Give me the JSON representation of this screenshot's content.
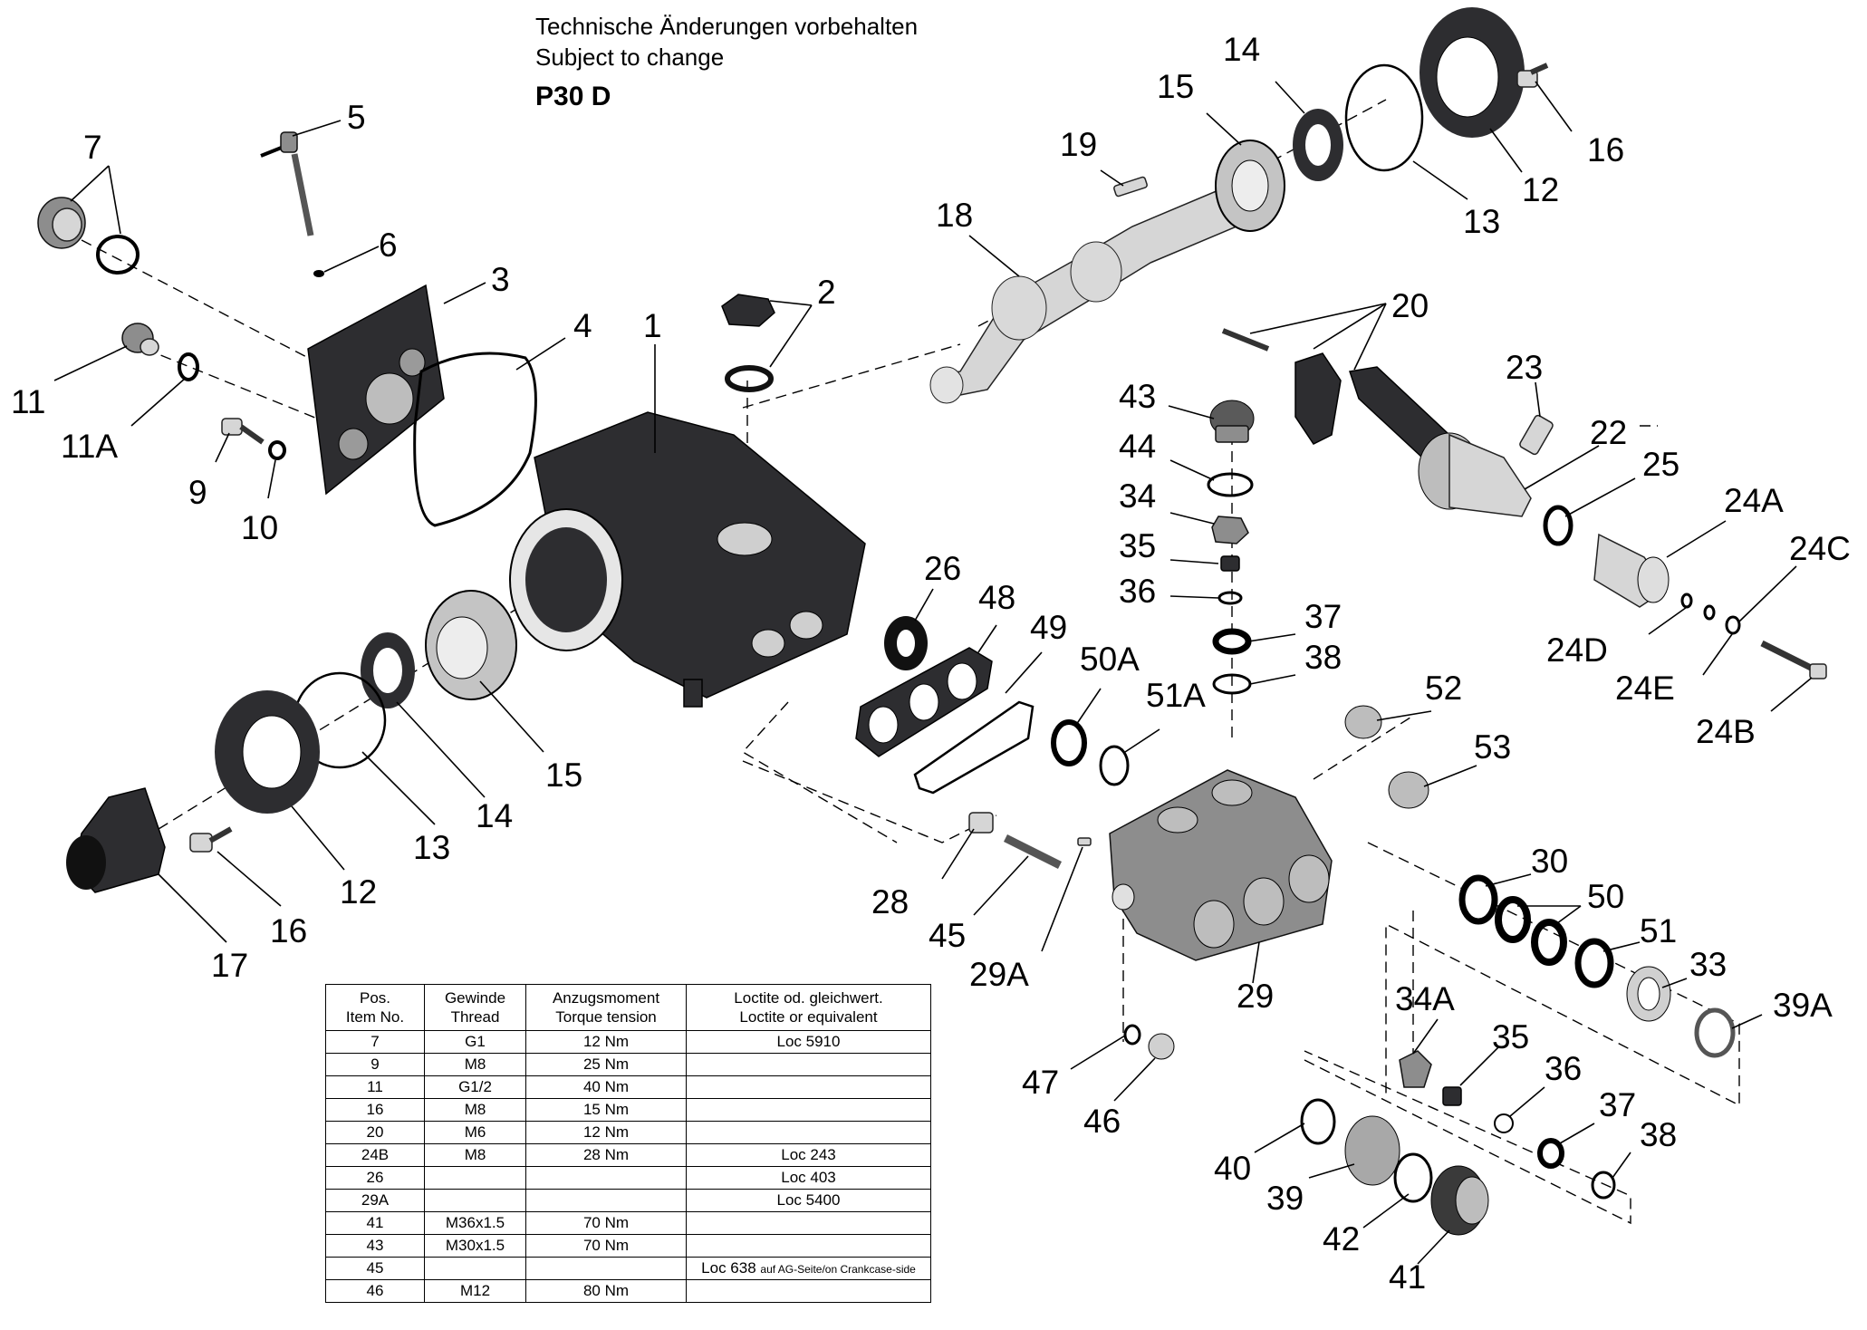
{
  "header": {
    "note_de": "Technische Änderungen vorbehalten",
    "note_en": "Subject to change",
    "model": "P30 D"
  },
  "callouts": {
    "c1": "1",
    "c2": "2",
    "c3": "3",
    "c4": "4",
    "c5": "5",
    "c6": "6",
    "c7": "7",
    "c9": "9",
    "c10": "10",
    "c11": "11",
    "c11a": "11A",
    "c12a": "12",
    "c12b": "12",
    "c13a": "13",
    "c13b": "13",
    "c14a": "14",
    "c14b": "14",
    "c15a": "15",
    "c15b": "15",
    "c16a": "16",
    "c16b": "16",
    "c17": "17",
    "c18": "18",
    "c19": "19",
    "c20": "20",
    "c22": "22",
    "c23": "23",
    "c24a": "24A",
    "c24b": "24B",
    "c24c": "24C",
    "c24d": "24D",
    "c24e": "24E",
    "c25": "25",
    "c26": "26",
    "c28": "28",
    "c29": "29",
    "c29a": "29A",
    "c30": "30",
    "c33": "33",
    "c34": "34",
    "c34a": "34A",
    "c35a": "35",
    "c35b": "35",
    "c36a": "36",
    "c36b": "36",
    "c37a": "37",
    "c37b": "37",
    "c38a": "38",
    "c38b": "38",
    "c39": "39",
    "c39a": "39A",
    "c40": "40",
    "c41": "41",
    "c42": "42",
    "c43": "43",
    "c44": "44",
    "c45": "45",
    "c46": "46",
    "c47": "47",
    "c48": "48",
    "c49": "49",
    "c50": "50",
    "c50a": "50A",
    "c51": "51",
    "c51a": "51A",
    "c52": "52",
    "c53": "53"
  },
  "table": {
    "headers": {
      "pos": [
        "Pos.",
        "Item No."
      ],
      "thread": [
        "Gewinde",
        "Thread"
      ],
      "torque": [
        "Anzugsmoment",
        "Torque tension"
      ],
      "loctite": [
        "Loctite od. gleichwert.",
        "Loctite or equivalent"
      ]
    },
    "rows": [
      {
        "pos": "7",
        "thread": "G1",
        "torque": "12 Nm",
        "loctite": "Loc 5910",
        "loctite_note": ""
      },
      {
        "pos": "9",
        "thread": "M8",
        "torque": "25 Nm",
        "loctite": "",
        "loctite_note": ""
      },
      {
        "pos": "11",
        "thread": "G1/2",
        "torque": "40 Nm",
        "loctite": "",
        "loctite_note": ""
      },
      {
        "pos": "16",
        "thread": "M8",
        "torque": "15 Nm",
        "loctite": "",
        "loctite_note": ""
      },
      {
        "pos": "20",
        "thread": "M6",
        "torque": "12 Nm",
        "loctite": "",
        "loctite_note": ""
      },
      {
        "pos": "24B",
        "thread": "M8",
        "torque": "28 Nm",
        "loctite": "Loc 243",
        "loctite_note": ""
      },
      {
        "pos": "26",
        "thread": "",
        "torque": "",
        "loctite": "Loc 403",
        "loctite_note": ""
      },
      {
        "pos": "29A",
        "thread": "",
        "torque": "",
        "loctite": "Loc 5400",
        "loctite_note": ""
      },
      {
        "pos": "41",
        "thread": "M36x1.5",
        "torque": "70 Nm",
        "loctite": "",
        "loctite_note": ""
      },
      {
        "pos": "43",
        "thread": "M30x1.5",
        "torque": "70 Nm",
        "loctite": "",
        "loctite_note": ""
      },
      {
        "pos": "45",
        "thread": "",
        "torque": "",
        "loctite": "Loc 638",
        "loctite_note": "auf AG-Seite/on Crankcase-side"
      },
      {
        "pos": "46",
        "thread": "M12",
        "torque": "80 Nm",
        "loctite": "",
        "loctite_note": ""
      }
    ]
  }
}
